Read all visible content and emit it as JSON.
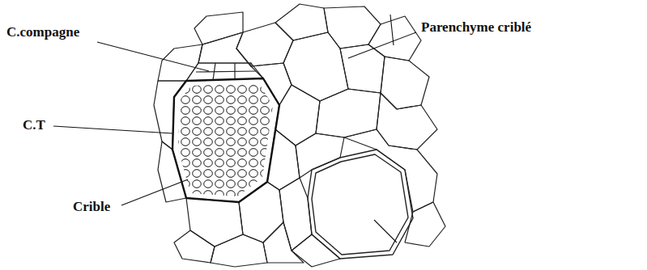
{
  "diagram": {
    "labels": [
      "C.compagne",
      "Parenchyme criblé",
      "C.T",
      "Crible"
    ]
  }
}
